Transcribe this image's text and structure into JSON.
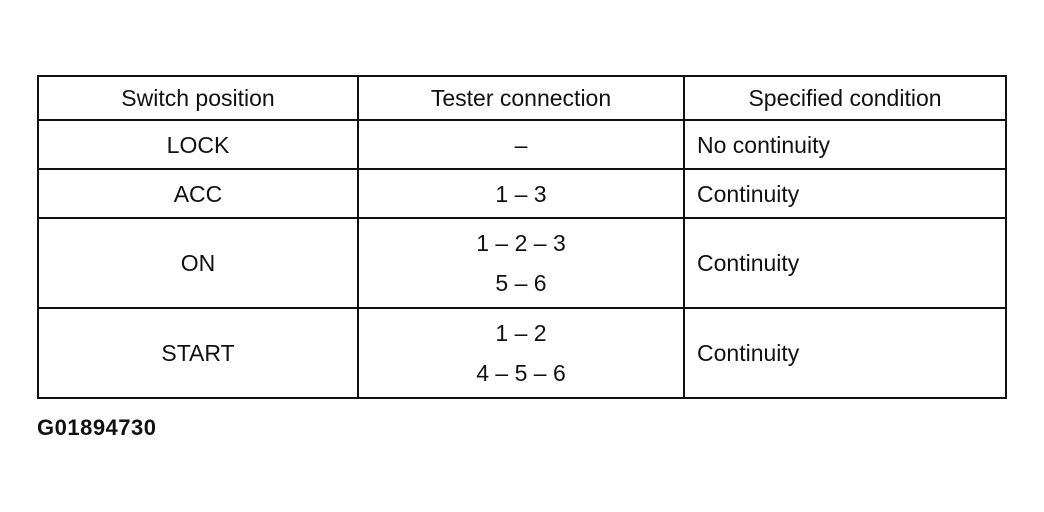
{
  "table": {
    "headers": [
      "Switch position",
      "Tester connection",
      "Specified condition"
    ],
    "rows": [
      {
        "switch_position": "LOCK",
        "tester_connection": [
          "–"
        ],
        "specified_condition": "No continuity"
      },
      {
        "switch_position": "ACC",
        "tester_connection": [
          "1 – 3"
        ],
        "specified_condition": "Continuity"
      },
      {
        "switch_position": "ON",
        "tester_connection": [
          "1 – 2 – 3",
          "5 – 6"
        ],
        "specified_condition": "Continuity"
      },
      {
        "switch_position": "START",
        "tester_connection": [
          "1 – 2",
          "4 – 5 – 6"
        ],
        "specified_condition": "Continuity"
      }
    ]
  },
  "figure_id": "G01894730"
}
